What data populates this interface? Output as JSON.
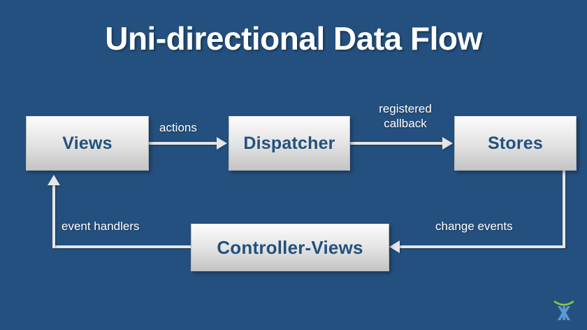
{
  "slide": {
    "title": "Uni-directional Data Flow",
    "background_color": "#24507f",
    "title_color": "#ffffff",
    "node_text_color": "#21517f",
    "connector_color": "#e6e6e6"
  },
  "nodes": [
    {
      "id": "views",
      "label": "Views"
    },
    {
      "id": "dispatcher",
      "label": "Dispatcher"
    },
    {
      "id": "stores",
      "label": "Stores"
    },
    {
      "id": "controller",
      "label": "Controller-Views"
    }
  ],
  "edges": [
    {
      "id": "actions",
      "label": "actions",
      "from": "views",
      "to": "dispatcher",
      "direction": "right"
    },
    {
      "id": "callback",
      "label": "registered callback",
      "from": "dispatcher",
      "to": "stores",
      "direction": "right"
    },
    {
      "id": "change",
      "label": "change events",
      "from": "stores",
      "to": "controller",
      "direction": "left"
    },
    {
      "id": "events",
      "label": "event handlers",
      "from": "controller",
      "to": "views",
      "direction": "up"
    }
  ],
  "logo": {
    "name": "x-figure-logo",
    "arc_color": "#8cc63f",
    "figure_color": "#5b9bd5"
  }
}
